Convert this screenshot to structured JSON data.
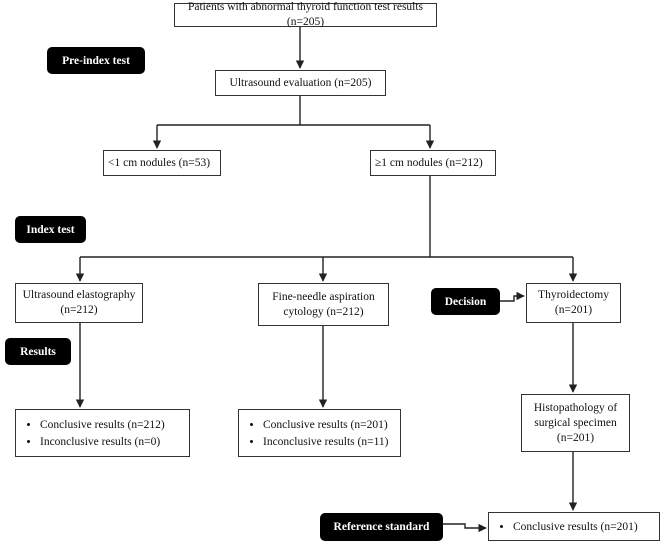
{
  "nodes": {
    "patients": "Patients with abnormal thyroid function test results (n=205)",
    "ultrasound": "Ultrasound evaluation (n=205)",
    "small_nodules": "<1 cm nodules (n=53)",
    "large_nodules": "≥1 cm nodules (n=212)",
    "elastography": [
      "Ultrasound elastography",
      "(n=212)"
    ],
    "fna": [
      "Fine-needle aspiration",
      "cytology (n=212)"
    ],
    "thyroidectomy": [
      "Thyroidectomy",
      "(n=201)"
    ],
    "histopathology": [
      "Histopathology of",
      "surgical specimen",
      "(n=201)"
    ],
    "elastography_results": [
      "Conclusive results (n=212)",
      "Inconclusive results (n=0)"
    ],
    "fna_results": [
      "Conclusive results (n=201)",
      "Inconclusive results (n=11)"
    ],
    "reference_results": [
      "Conclusive results (n=201)"
    ]
  },
  "labels": {
    "pre_index": "Pre-index test",
    "index": "Index test",
    "results": "Results",
    "decision": "Decision",
    "reference": "Reference standard"
  },
  "colors": {
    "label_bg": "#000000",
    "line": "#222222"
  }
}
